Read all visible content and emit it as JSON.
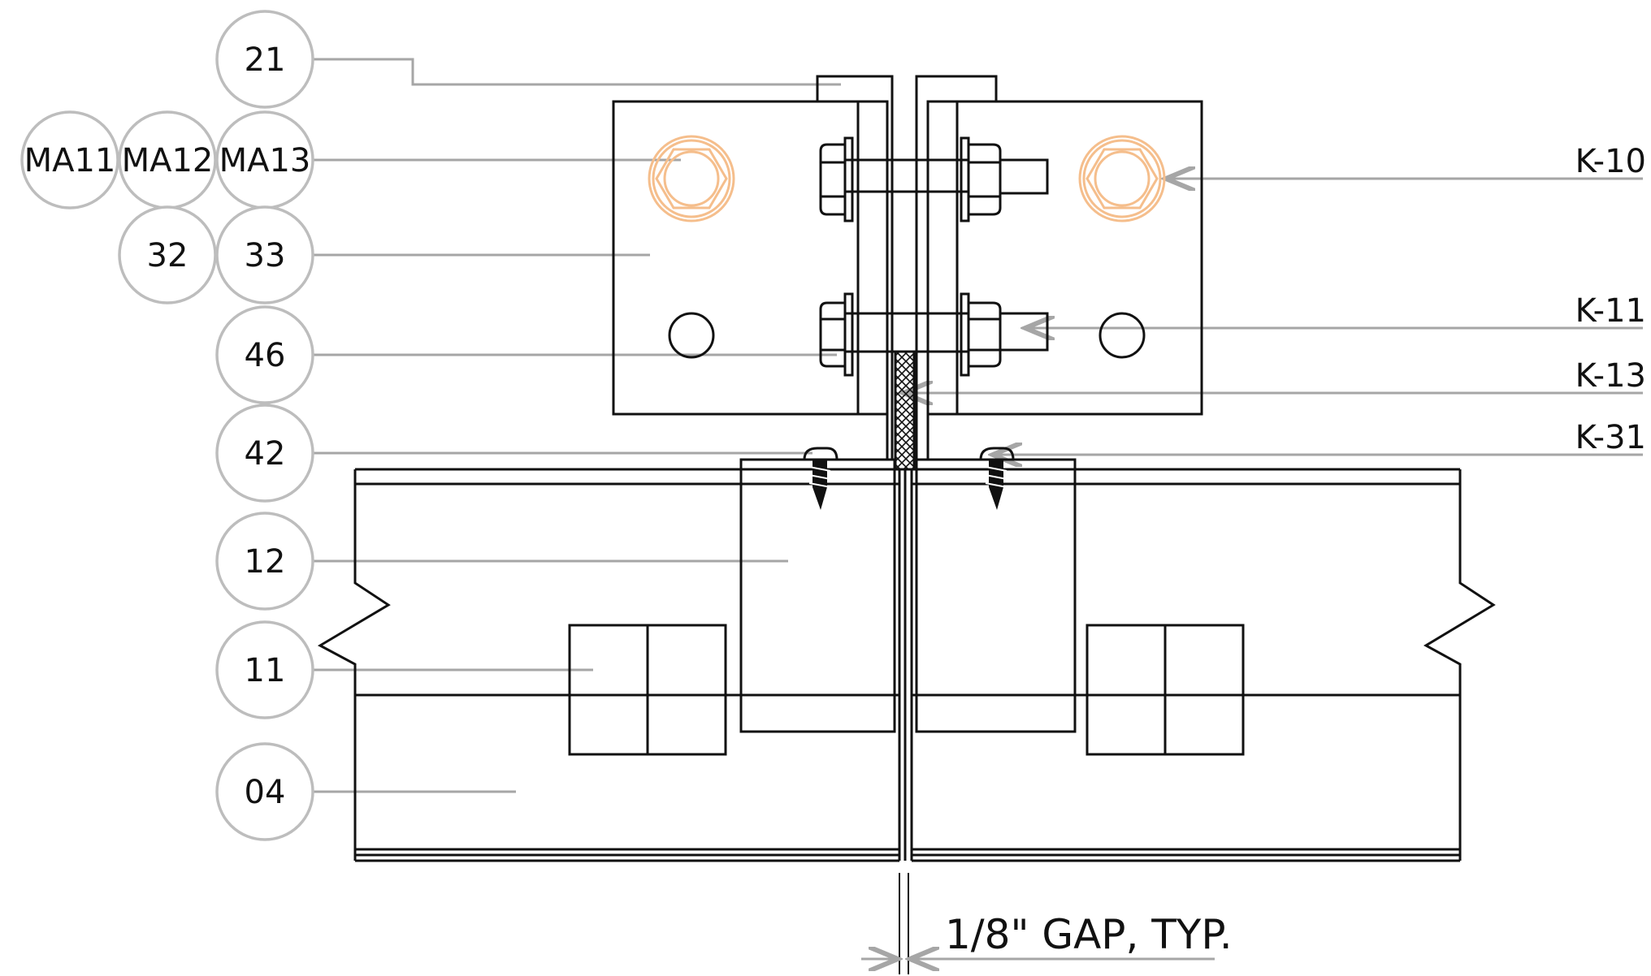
{
  "drawing": {
    "callouts_left": [
      {
        "id": "21"
      },
      {
        "id": "MA11"
      },
      {
        "id": "MA12"
      },
      {
        "id": "MA13"
      },
      {
        "id": "32"
      },
      {
        "id": "33"
      },
      {
        "id": "46"
      },
      {
        "id": "42"
      },
      {
        "id": "12"
      },
      {
        "id": "11"
      },
      {
        "id": "04"
      }
    ],
    "callouts_right": [
      {
        "id": "K-10"
      },
      {
        "id": "K-11"
      },
      {
        "id": "K-13"
      },
      {
        "id": "K-31"
      }
    ],
    "gap_note": "1/8\" GAP, TYP.",
    "colors": {
      "linework": "#111111",
      "leader": "#a6a6a6",
      "bubble_outline": "#bdbdbd",
      "highlight": "#f5be8c"
    }
  }
}
